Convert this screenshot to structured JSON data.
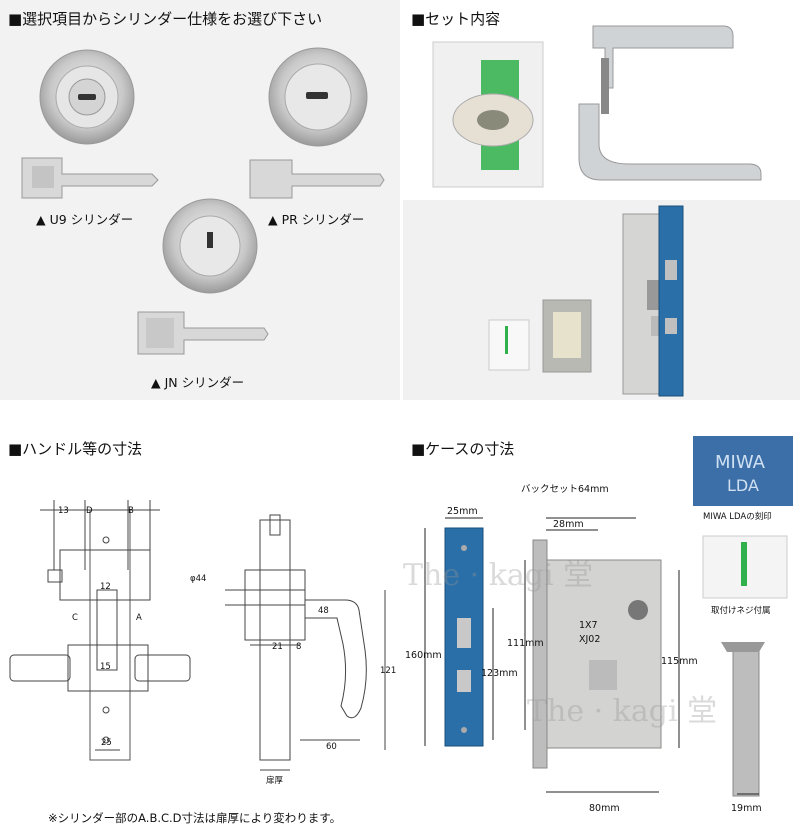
{
  "panels": {
    "cylinder": {
      "title": "■選択項目からシリンダー仕様をお選び下さい",
      "u9": "▲ U9 シリンダー",
      "pr": "▲ PR シリンダー",
      "jn": "▲ JN シリンダー"
    },
    "set": {
      "title": "■セット内容"
    },
    "handle": {
      "title": "■ハンドル等の寸法",
      "note": "※シリンダー部のA.B.C.D寸法は扉厚により変わります。",
      "dims": {
        "d13": "13",
        "dD": "D",
        "dB": "B",
        "dC": "C",
        "dA": "A",
        "d12": "12",
        "d15": "15",
        "d25": "25",
        "dphi44": "φ44",
        "d48": "48",
        "d21": "21",
        "d8": "8",
        "d121": "121",
        "d60": "60",
        "door": "扉厚"
      }
    },
    "case": {
      "title": "■ケースの寸法",
      "backset": "バックセット64mm",
      "miwa_caption": "MIWA LDAの刻印",
      "screw_caption": "取付けネジ付属",
      "miwa_mark_1": "MIWA",
      "miwa_mark_2": "LDA",
      "dims": {
        "d25": "25mm",
        "d28": "28mm",
        "d160": "160mm",
        "d123": "123mm",
        "d111": "111mm",
        "d115": "115mm",
        "d80": "80mm",
        "d19": "19mm"
      },
      "stamp1": "1X7",
      "stamp2": "XJ02"
    }
  },
  "watermark": "The · kagi 堂",
  "colors": {
    "panel_bg": "#f4f4f4",
    "faceplate": "#2a6fa8",
    "metal": "#c9cccf"
  }
}
